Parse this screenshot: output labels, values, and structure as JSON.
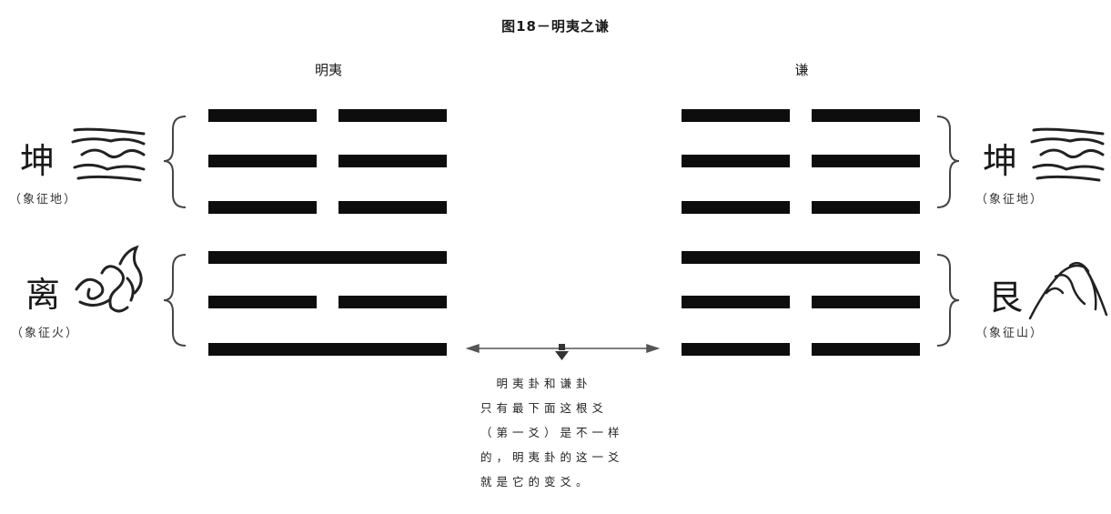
{
  "title": "图18－明夷之谦",
  "hexagrams": [
    {
      "name": "明夷",
      "lines": [
        "yin",
        "yin",
        "yin",
        "yang",
        "yin",
        "yang"
      ],
      "upper": {
        "char": "坤",
        "meaning": "（象征地）",
        "icon": "earth-symbol-icon"
      },
      "lower": {
        "char": "离",
        "meaning": "（象征火）",
        "icon": "fire-symbol-icon"
      }
    },
    {
      "name": "谦",
      "lines": [
        "yin",
        "yin",
        "yin",
        "yang",
        "yin",
        "yin"
      ],
      "upper": {
        "char": "坤",
        "meaning": "（象征地）",
        "icon": "earth-symbol-icon"
      },
      "lower": {
        "char": "艮",
        "meaning": "（象征山）",
        "icon": "mountain-symbol-icon"
      }
    }
  ],
  "note": {
    "lines": [
      "　明夷卦和谦卦",
      "只有最下面这根爻",
      "（第一爻）是不一样",
      "的，明夷卦的这一爻",
      "就是它的变爻。"
    ]
  }
}
